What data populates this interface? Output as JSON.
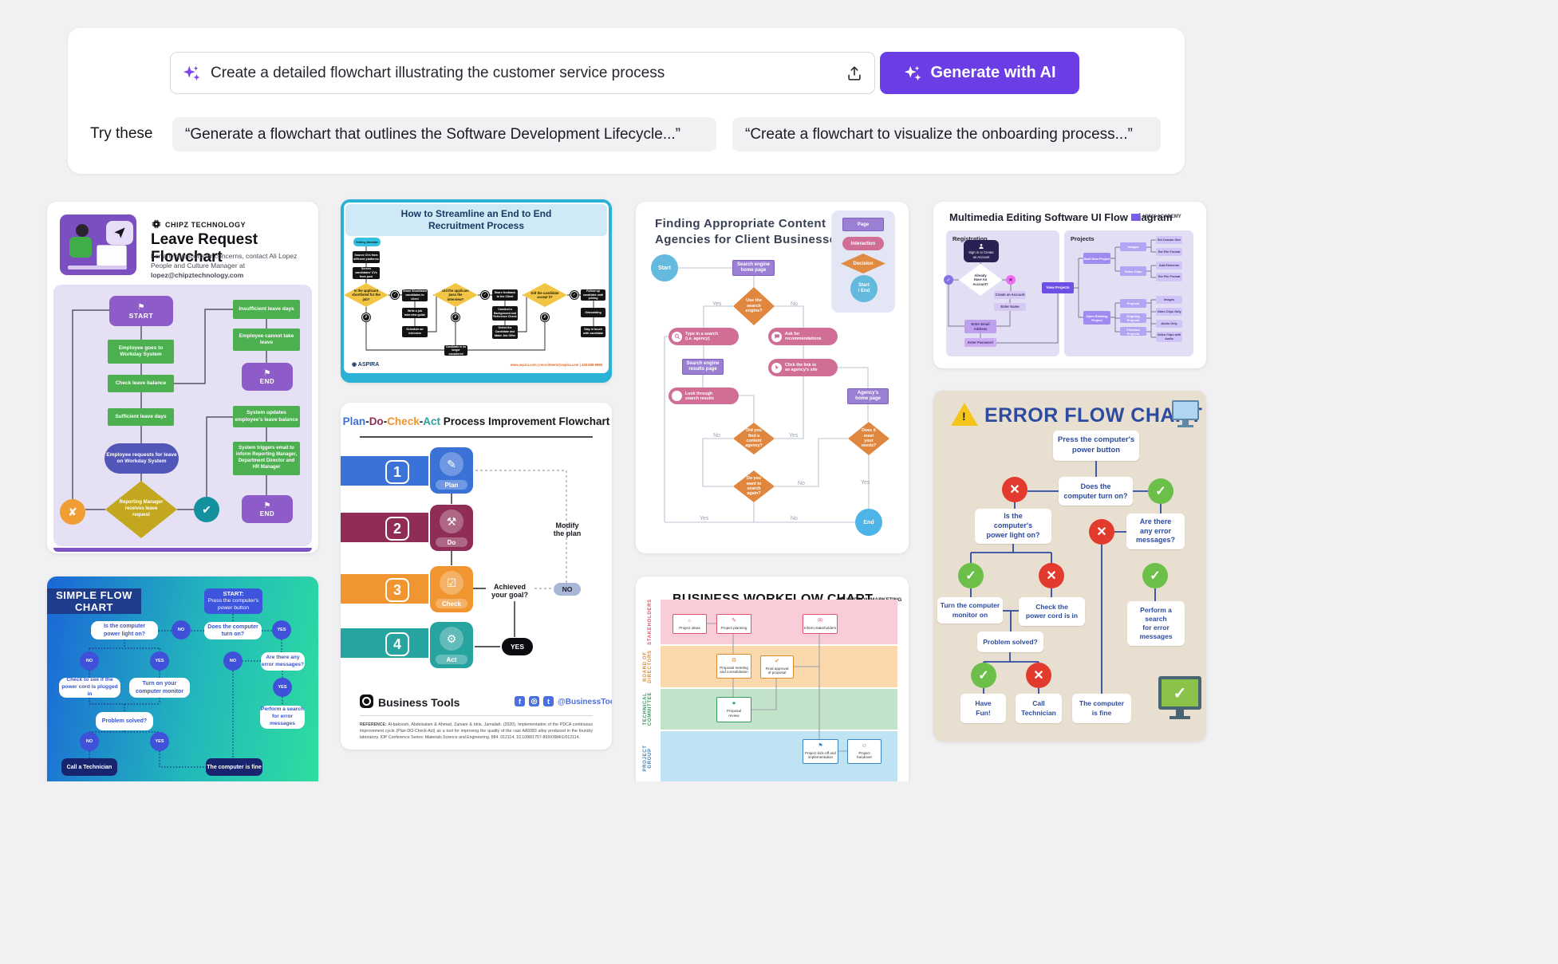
{
  "prompt_bar": {
    "input_value": "Create a detailed flowchart illustrating the customer service process",
    "generate_label": "Generate with AI",
    "try_these_label": "Try these",
    "suggestion_1": "“Generate a flowchart that outlines the Software Development Lifecycle...”",
    "suggestion_2": "“Create a flowchart to visualize the onboarding process...”",
    "accent_color": "#6b3de4"
  },
  "leave": {
    "brand": "CHIPZ TECHNOLOGY",
    "title": "Leave Request Flowchart",
    "subtitle_prefix": "For any questions or concerns, contact Ali Lopez People and Culture Manager at ",
    "email": "lopez@chipztechnology.com",
    "start": "START",
    "end": "END",
    "n_goes": "Employee goes to Workday System",
    "n_check": "Check leave balance",
    "n_sufficient": "Sufficient leave days",
    "n_request": "Employee requests for leave on Workday System",
    "d_manager": "Reporting Manager receives leave request",
    "n_insufficient": "Insufficient leave days",
    "n_cannot": "Employee cannot take leave",
    "n_updates": "System updates employee's leave balance",
    "n_email": "System triggers email to inform Reporting Manager, Department Director and HR Manager"
  },
  "recruit": {
    "title": "How to Streamline an End to End\nRecruitment Process",
    "start": "Getting Mandate",
    "b_source": "Source CVs from different platforms",
    "b_screen": "Screen candidates' CVs from pool",
    "d_shortlist": "Is the applicant shortlisted for the job?",
    "b_share": "Share Shortlisted candidates to client",
    "b_guide": "Write a job interview guide",
    "b_schedule": "Schedule an interview",
    "d_pass": "Did the applicant pass the interview?",
    "b_feedback": "Share feedback to the Client",
    "b_background": "Conduct a Background and Reference Check",
    "b_offer": "Select the Candidate and Make Job Offer",
    "d_accept": "Did the candidate accept it?",
    "b_follow": "Follow up candidate until joining",
    "b_onboard": "Onboarding",
    "b_stay": "Stay in touch with candidate",
    "b_nolonger": "Candidate is no longer considered",
    "check": "✓",
    "cross": "✗",
    "brand": "ASPIRA",
    "footer": "www.aspira.com | recruitment@aspira.com | 438-888-8888"
  },
  "agency": {
    "title": "Finding Appropriate Content\nAgencies for Client Businesses",
    "legend_page": "Page",
    "legend_interaction": "Interaction",
    "legend_decision": "Decision",
    "legend_startend": "Start\n/ End",
    "start": "Start",
    "end": "End",
    "yes": "Yes",
    "no": "No",
    "p_home": "Search engine\nhome page",
    "d_use": "Use the\nsearch\nengine?",
    "i_type": "Type in a search\n(i.e. agency)",
    "i_ask": "Ask for\nrecommendations",
    "p_results": "Search engine\nresults page",
    "i_click": "Click the link to\nan agency's site",
    "i_look": "Look through\nsearch results",
    "d_found": "Did you\nfind a\ncontent\nagency?",
    "d_again": "Do you\nwant to\nsearch\nagain?",
    "p_agency": "Agency's\nhome page",
    "d_needs": "Does it\nmeet\nyour\nneeds?"
  },
  "media": {
    "title": "Multimedia Editing Software UI Flow Diagram",
    "brand": "UI/UX ACADEMY",
    "sec_registration": "Registration",
    "sec_projects": "Projects",
    "n_signin": "Sign in or Create\nan Account",
    "d_already": "Already\nHave An\nAccount?",
    "n_create": "Create an Account",
    "n_name": "Enter Name",
    "n_email": "Enter Email\nAddress",
    "n_password": "Enter Password",
    "n_view": "View Projects",
    "n_new": "Start New Project",
    "n_images": "Images",
    "n_video": "Video Clips",
    "n_canvas": "Set Canvas Size",
    "n_format": "Set File Format",
    "n_elements": "Add Elements",
    "n_open": "Open Existing\nProject",
    "n_projects": "Projects",
    "n_ongoing": "Ongoing Projects",
    "n_finished": "Finished Projects",
    "n_images2": "Images",
    "n_videoonly": "Video Clips Only",
    "n_audio": "Audio Only",
    "n_videoaudio": "Video Clips with\nAudio"
  },
  "pdca": {
    "t1": "Plan",
    "t2": "Do",
    "t3": "Check",
    "t4": "Act",
    "dash": "-",
    "t_rest": " Process Improvement Flowchart",
    "s1_num": "1",
    "s1_label": "Plan",
    "s2_num": "2",
    "s2_label": "Do",
    "s3_num": "3",
    "s3_label": "Check",
    "s4_num": "4",
    "s4_label": "Act",
    "modify": "Modify\nthe plan",
    "achieved": "Achieved\nyour goal?",
    "no": "NO",
    "yes": "YES",
    "brand": "Business Tools",
    "handle": "@BusinessTools",
    "ref_label": "REFERENCE:",
    "ref_body": " Al-bakoosh, Abdelsalam & Ahmad, Zarsani & Idris, Jamaliah. (2020). Implementation of the PDCA continuous improvement cycle (Plan-DO-Check-Act) as a tool for improving the quality of the cast AA5083 alloy produced in the foundry laboratory. IOP Conference Series: Materials Science and Engineering. 884. 012114. 10.1088/1757-899X/884/1/012114."
  },
  "error": {
    "title": "ERROR FLOW CHART",
    "n_press": "Press the computer's\npower button",
    "d_turnon": "Does the\ncomputer turn on?",
    "d_light": "Is the\ncomputer's\npower light on?",
    "d_messages": "Are there\nany error\nmessages?",
    "n_monitor": "Turn the computer\nmonitor on",
    "n_cord": "Check the\npower cord is in",
    "n_search": "Perform a\nsearch\nfor error\nmessages",
    "d_solved": "Problem solved?",
    "n_fun": "Have\nFun!",
    "n_tech": "Call\nTechnician",
    "n_fine": "The computer\nis fine",
    "check": "✓",
    "cross": "✕"
  },
  "simple": {
    "title": "SIMPLE FLOW CHART",
    "start_head": "START:",
    "start_body": "Press the computer's\npower button",
    "q_turnon": "Does the computer\nturn on?",
    "q_light": "Is the computer\npower light on?",
    "q_errors": "Are there any\nerror messages?",
    "a_cord": "Check to see if the\npower cord is plugged in",
    "a_monitor": "Turn on your\ncomputer monitor",
    "a_search": "Perform a search\nfor error\nmessages",
    "q_solved": "Problem solved?",
    "end_tech": "Call a Technician",
    "end_fine": "The computer is fine",
    "yes": "YES",
    "no": "NO"
  },
  "workflow": {
    "title": "BUSINESS WORKFLOW CHART",
    "brand": "HUDSON MARKETING",
    "lane1": "STAKEHOLDERS",
    "lane2": "BOARD OF\nDIRECTORS",
    "lane3": "TECHNICAL\nCOMMITTEE",
    "lane4": "PROJECT\nGROUP",
    "b_ideas": "Project ideas",
    "b_planning": "Project planning",
    "b_inform": "Inform stakeholders",
    "b_meeting": "Proposal meeting\nand consolidation",
    "b_approval": "Final approval\nof proposal",
    "b_review": "Proposal\nreview",
    "b_kickoff": "Project kick-off and\nimplementation",
    "b_handover": "Project\nhandover"
  }
}
